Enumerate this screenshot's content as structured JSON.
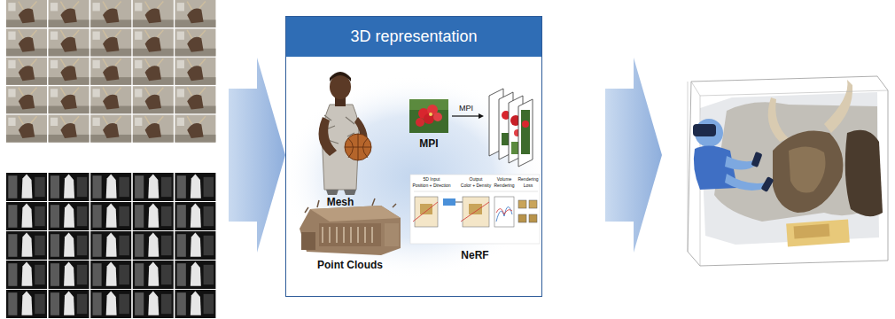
{
  "diagram": {
    "nodes": [
      {
        "text": [
          "3D representation"
        ]
      }
    ],
    "labels": [
      "Mesh",
      "MPI",
      "MPI",
      "Point Clouds",
      "NeRF",
      "5D Input",
      "Position + Direction",
      "Output",
      "Color + Density",
      "Volume",
      "Rendering",
      "Rendering",
      "Loss"
    ]
  }
}
